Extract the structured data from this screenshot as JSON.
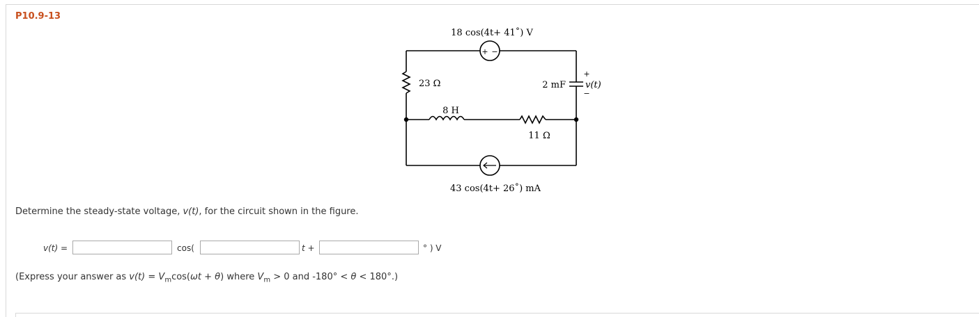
{
  "problem": {
    "id": "P10.9-13"
  },
  "circuit": {
    "top_source_label": "18 cos(4t+ 41˚) V",
    "top_source_plus": "+",
    "top_source_minus": "−",
    "resistor_left": "23 Ω",
    "inductor": "8 H",
    "capacitor": "2 mF",
    "resistor_right": "11 Ω",
    "bottom_source_label": "43 cos(4t+ 26˚) mA",
    "output_label": "v(t)",
    "output_plus": "+",
    "output_minus": "−"
  },
  "prompt": {
    "text_before": "Determine the steady-state voltage, ",
    "var": "v(t)",
    "text_after": ", for the circuit shown in the figure."
  },
  "answer": {
    "vt_label_var": "v(t)",
    "vt_label_eq": " =",
    "cos_label": "cos(",
    "t_label": "t",
    "plus_label": " +",
    "deg_label": "° ) V",
    "input_vm_value": "",
    "input_omega_value": "",
    "input_theta_value": ""
  },
  "note": {
    "part1": "(Express your answer as ",
    "v_var": "v(t)",
    "eq": " = ",
    "Vm_var": "V",
    "m_sub": "m",
    "cos_part": "cos(",
    "omega_t": "ωt",
    "plus": " + ",
    "theta": "θ",
    "close": ") where ",
    "Vm2_var": "V",
    "m2_sub": "m",
    "condition": " > 0 and -180° < ",
    "theta2": "θ",
    "end": " < 180°.)"
  }
}
